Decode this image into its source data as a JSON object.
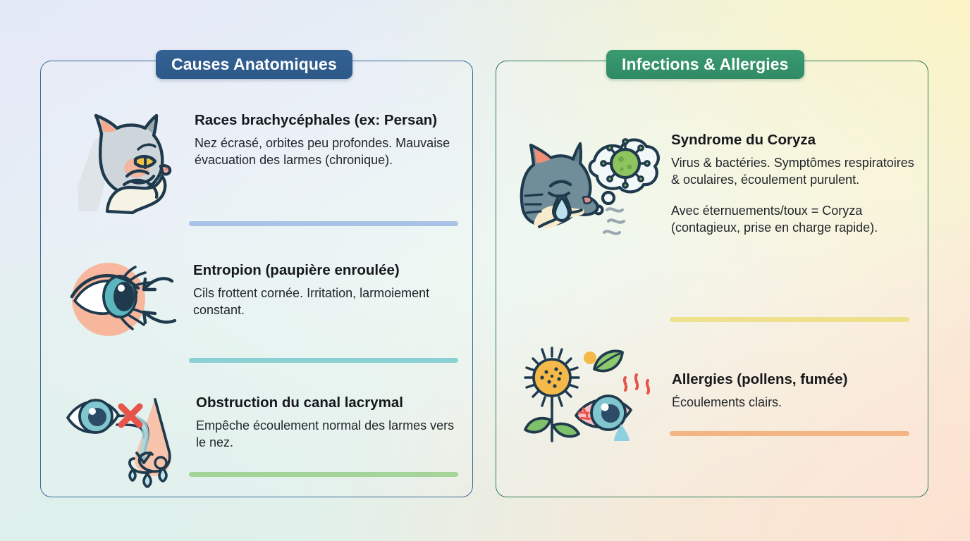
{
  "background": {
    "gradient_colors": [
      "#e7ecf7",
      "#e2f0ef",
      "#eaf3e6",
      "#f7f3da",
      "#fbe6da"
    ]
  },
  "panels": [
    {
      "id": "anatomical",
      "badge_label": "Causes Anatomiques",
      "badge_color": "#2d5988",
      "border_color": "#3b6898",
      "entries": [
        {
          "title": "Races brachycéphales (ex: Persan)",
          "body": "Nez écrasé, orbites peu profondes. Mauvaise évacuation des larmes (chronique).",
          "icon": "cat-head-profile-icon",
          "rule_color": "#a9c3e6"
        },
        {
          "title": "Entropion (paupière enroulée)",
          "body": "Cils frottent cornée. Irritation, larmoiement constant.",
          "icon": "eye-with-arrows-icon",
          "rule_color": "#8ad0d4"
        },
        {
          "title": "Obstruction du canal lacrymal",
          "body": "Empêche écoulement normal des larmes vers le nez.",
          "icon": "eye-nose-blocked-duct-icon",
          "rule_color": "#a4d49a"
        }
      ]
    },
    {
      "id": "infections",
      "badge_label": "Infections & Allergies",
      "badge_color": "#2f8b64",
      "border_color": "#2f7d5c",
      "entries": [
        {
          "title": "Syndrome du Coryza",
          "body": "Virus & bactéries. Symptômes respiratoires & oculaires, écoulement purulent.",
          "body2": "Avec éternuements/toux = Coryza (contagieux, prise en charge rapide).",
          "icon": "crying-cat-virus-thought-icon",
          "rule_color": "#eee08c"
        },
        {
          "title": "Allergies (pollens, fumée)",
          "body": "Écoulements clairs.",
          "icon": "flower-pollen-irritated-eye-icon",
          "rule_color": "#f3b583"
        }
      ]
    }
  ]
}
